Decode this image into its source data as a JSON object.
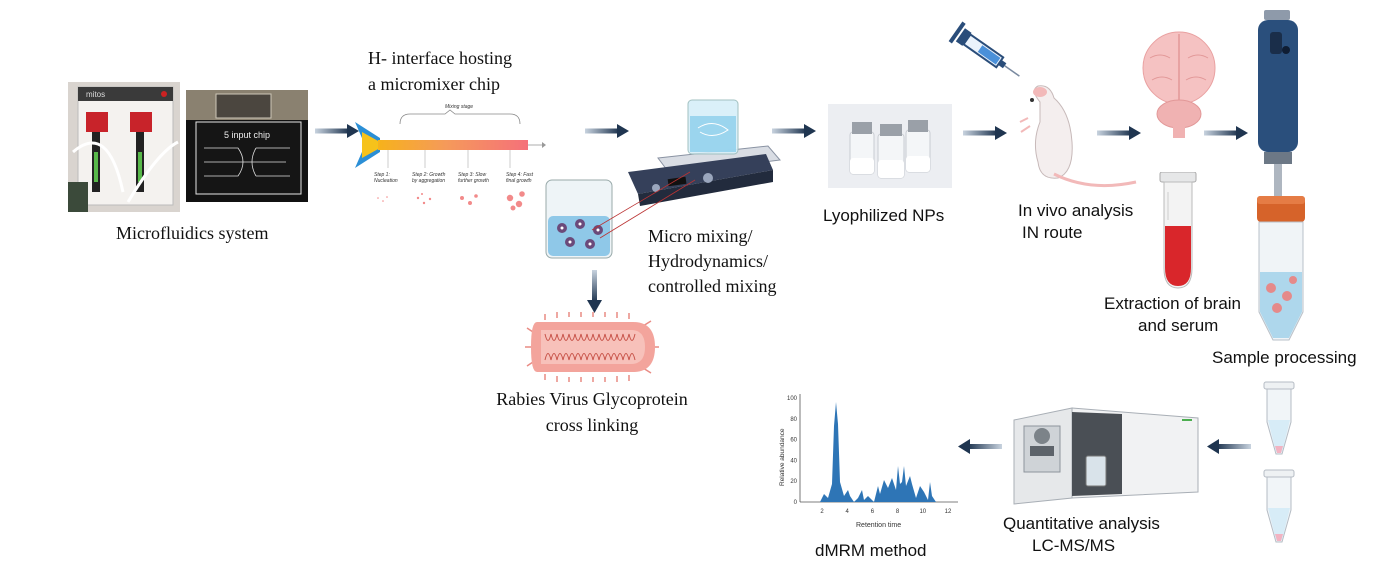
{
  "labels": {
    "microfluidics": "Microfluidics system",
    "h_interface_l1": "H- interface hosting",
    "h_interface_l2": "a micromixer chip",
    "micro_mixing_l1": "Micro mixing/",
    "micro_mixing_l2": "Hydrodynamics/",
    "micro_mixing_l3": "controlled mixing",
    "rabies_l1": "Rabies Virus Glycoprotein",
    "rabies_l2": "cross linking",
    "lyophilized": "Lyophilized NPs",
    "invivo_l1": "In vivo analysis",
    "invivo_l2": "IN route",
    "extraction_l1": "Extraction of brain",
    "extraction_l2": "and serum",
    "sample_processing": "Sample processing",
    "quant_l1": "Quantitative analysis",
    "quant_l2": "LC-MS/MS",
    "dmrm": "dMRM method"
  },
  "photo_text": {
    "device_brand": "mitos",
    "chip_name": "5 input chip"
  },
  "chip_diagram": {
    "stage_label": "Mixing stage",
    "steps": [
      {
        "l1": "Step 1:",
        "l2": "Nucleation"
      },
      {
        "l1": "Step 2: Growth",
        "l2": "by aggregation"
      },
      {
        "l1": "Step 3: Slow",
        "l2": "further growth"
      },
      {
        "l1": "Step 4: Fast",
        "l2": "final growth"
      }
    ]
  },
  "chromatogram": {
    "ylabel": "Relative abundance",
    "xlabel": "Retention time",
    "y_ticks": [
      "0",
      "20",
      "40",
      "60",
      "80",
      "100"
    ],
    "x_ticks": [
      "2",
      "4",
      "6",
      "8",
      "10",
      "12"
    ]
  },
  "colors": {
    "arrow": "#1f3550",
    "peak_fill": "#2e75b6",
    "brain": "#f3b9b9",
    "blood": "#d9262b",
    "tube_cap": "#d6632a"
  }
}
